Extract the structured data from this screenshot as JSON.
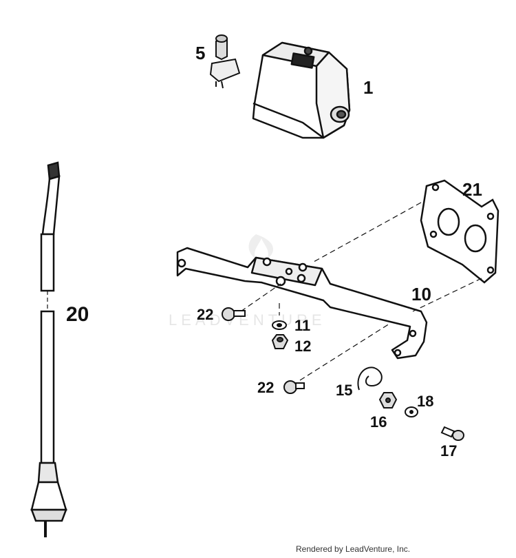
{
  "watermark": {
    "text": "LEADVENTURE"
  },
  "credit": "Rendered by LeadVenture, Inc.",
  "parts": {
    "p1": "1",
    "p5": "5",
    "p10": "10",
    "p11": "11",
    "p12": "12",
    "p15": "15",
    "p16": "16",
    "p17": "17",
    "p18": "18",
    "p20": "20",
    "p21": "21",
    "p22a": "22",
    "p22b": "22"
  },
  "colors": {
    "line": "#111111",
    "background": "#ffffff",
    "watermark": "#e6e6e6"
  }
}
